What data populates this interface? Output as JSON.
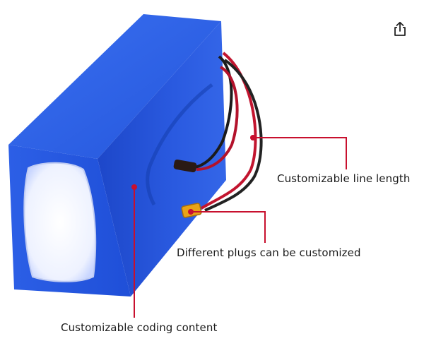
{
  "callouts": {
    "line_length": "Customizable line length",
    "plugs": "Different plugs can be customized",
    "coding": "Customizable coding content"
  },
  "toolbar": {
    "share_icon": "share-icon"
  },
  "colors": {
    "battery_blue": "#1f4fd8",
    "callout_red": "#c8102e",
    "plug_yellow": "#e8a317"
  }
}
